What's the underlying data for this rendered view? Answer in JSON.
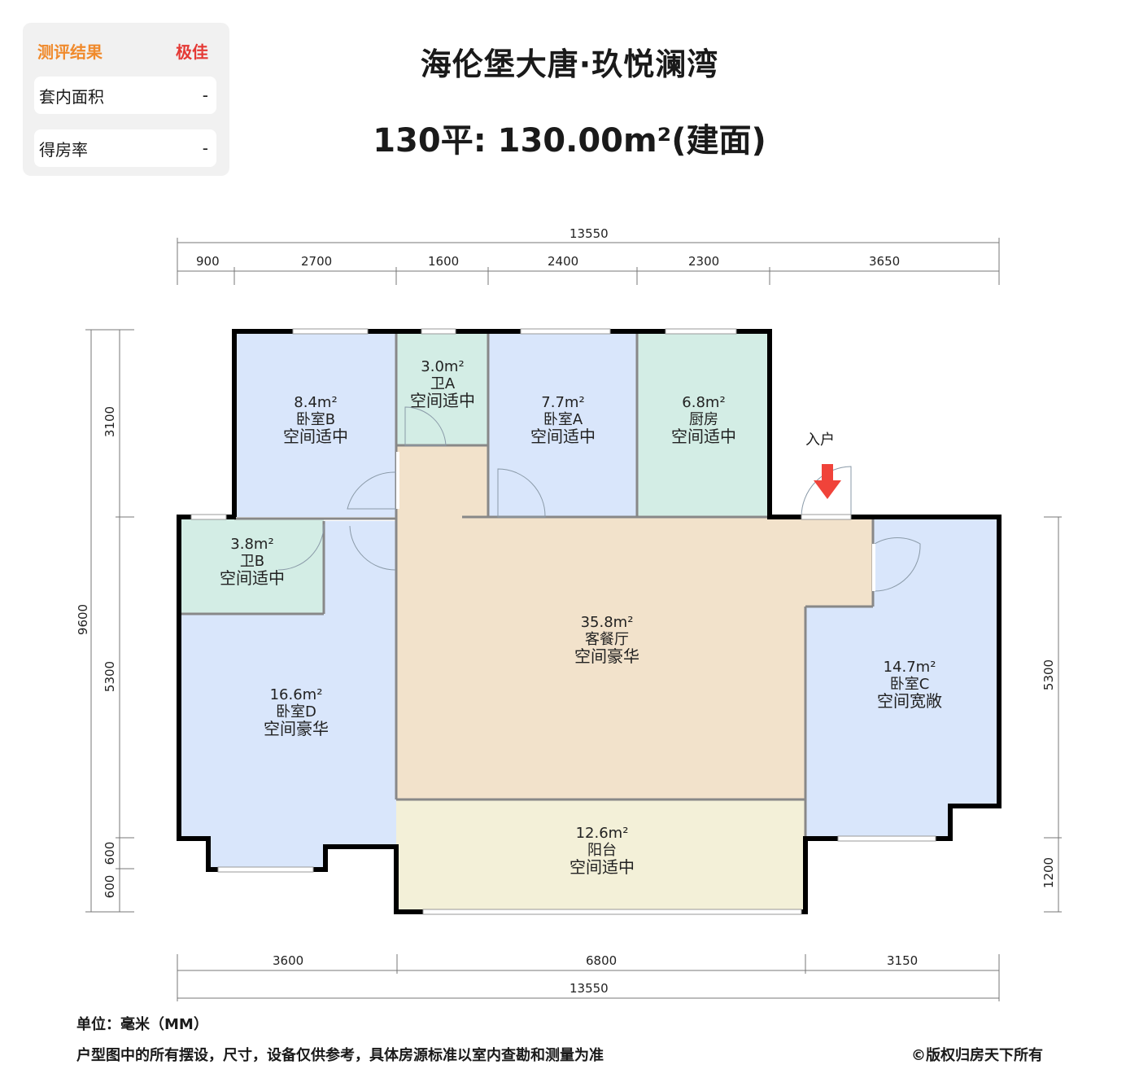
{
  "evaluation": {
    "title": "测评结果",
    "grade": "极佳",
    "rows": [
      {
        "label": "套内面积",
        "value": "-"
      },
      {
        "label": "得房率",
        "value": "-"
      }
    ]
  },
  "header": {
    "title": "海伦堡大唐·玖悦澜湾",
    "subtitle": "130平: 130.00m²(建面)"
  },
  "dimensions": {
    "top_total": "13550",
    "top_segments": [
      "900",
      "2700",
      "1600",
      "2400",
      "2300",
      "3650"
    ],
    "bottom_segments": [
      "3600",
      "6800",
      "3150"
    ],
    "bottom_total": "13550",
    "left_total": "9600",
    "left_segments": [
      "3100",
      "5300",
      "600",
      "600"
    ],
    "right_segments": [
      "5300",
      "1200"
    ]
  },
  "rooms": [
    {
      "id": "bedroom-b",
      "area": "8.4m²",
      "name": "卧室B",
      "grade": "空间适中"
    },
    {
      "id": "bathroom-a",
      "area": "3.0m²",
      "name": "卫A",
      "grade": "空间适中"
    },
    {
      "id": "bedroom-a",
      "area": "7.7m²",
      "name": "卧室A",
      "grade": "空间适中"
    },
    {
      "id": "kitchen",
      "area": "6.8m²",
      "name": "厨房",
      "grade": "空间适中"
    },
    {
      "id": "bathroom-b",
      "area": "3.8m²",
      "name": "卫B",
      "grade": "空间适中"
    },
    {
      "id": "living-dining",
      "area": "35.8m²",
      "name": "客餐厅",
      "grade": "空间豪华"
    },
    {
      "id": "bedroom-d",
      "area": "16.6m²",
      "name": "卧室D",
      "grade": "空间豪华"
    },
    {
      "id": "bedroom-c",
      "area": "14.7m²",
      "name": "卧室C",
      "grade": "空间宽敞"
    },
    {
      "id": "balcony",
      "area": "12.6m²",
      "name": "阳台",
      "grade": "空间适中"
    }
  ],
  "entrance": {
    "label": "入户"
  },
  "colors": {
    "bedroom": "#d9e6fb",
    "wet": "#d3ede5",
    "living": "#f2e2cb",
    "balcony": "#f3f0d8",
    "wall": "#000000",
    "entrance_arrow": "#f0433a",
    "eval_title": "#f08a2c",
    "eval_grade": "#e53935"
  },
  "footer": {
    "unit": "单位：毫米（MM）",
    "note": "户型图中的所有摆设，尺寸，设备仅供参考，具体房源标准以室内查勘和测量为准",
    "copyright": "©版权归房天下所有"
  }
}
